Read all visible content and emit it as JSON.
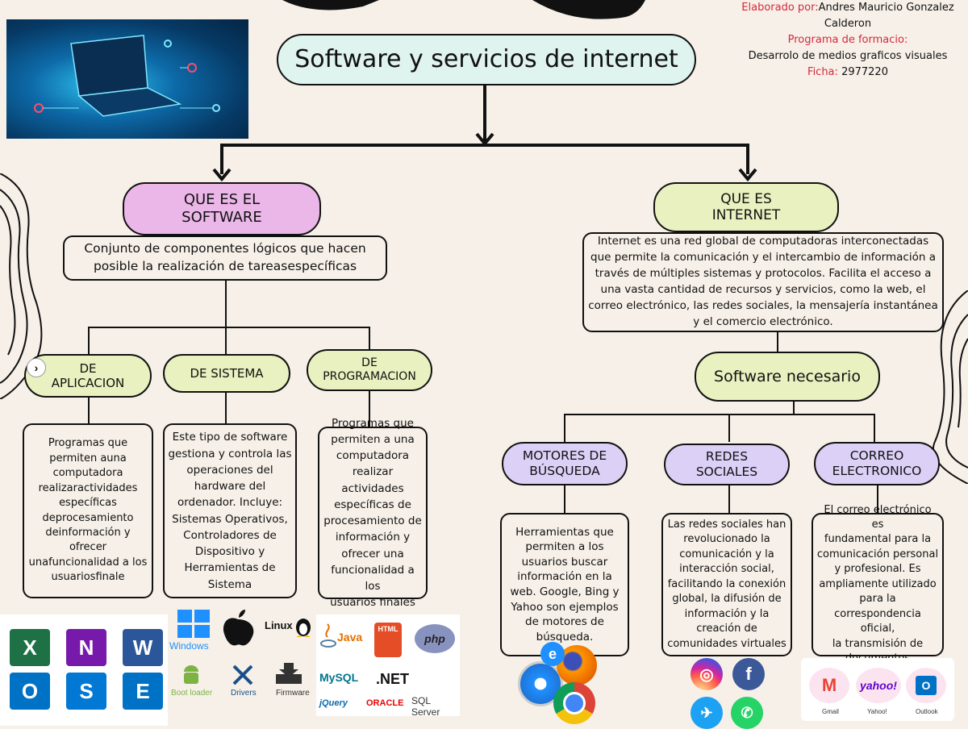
{
  "credits": {
    "line1_label": "Elaborado por:",
    "line1_value": "Andres Mauricio Gonzalez Calderon",
    "line2_label": "Programa de formacio:",
    "line3_value": "Desarrolo de medios graficos visuales",
    "line4_label": "Ficha:",
    "line4_value": "2977220"
  },
  "title": "Software y servicios de internet",
  "software": {
    "heading": "QUE ES EL\nSOFTWARE",
    "definition": "Conjunto de componentes lógicos que hacen\nposible la realización de tareasespecíficas",
    "types": [
      {
        "label": "DE\nAPLICACION",
        "description": "Programas que\npermiten auna\ncomputadora\nrealizaractividades\nespecíficas\ndeprocesamiento\ndeinformación y\nofrecer\nunafuncionalidad a los\nusuariosfinale"
      },
      {
        "label": "DE SISTEMA",
        "description": "Este tipo de software\ngestiona y controla las\noperaciones del\nhardware del\nordenador. Incluye:\nSistemas Operativos,\nControladores de\nDispositivo y\nHerramientas de\nSistema"
      },
      {
        "label": "DE\nPROGRAMACION",
        "description": "Programas que\npermiten a una\ncomputadora\nrealizar actividades\nespecíficas de\nprocesamiento de\ninformación y\nofrecer una\nfuncionalidad a los\nusuarios finales"
      }
    ]
  },
  "internet": {
    "heading": "QUE ES\nINTERNET",
    "definition": "Internet es una red global de computadoras interconectadas\nque permite la comunicación y el intercambio de información a\ntravés de múltiples sistemas y protocolos. Facilita el acceso a\nuna vasta cantidad de recursos y servicios, como la web, el\ncorreo electrónico, las redes sociales, la mensajería instantánea\ny el comercio electrónico.",
    "needed": "Software necesario",
    "types": [
      {
        "label": "MOTORES DE\nBÚSQUEDA",
        "description": "Herramientas que\npermiten a los\nusuarios buscar\ninformación en la\nweb. Google, Bing y\nYahoo son ejemplos\nde motores de\nbúsqueda."
      },
      {
        "label": "REDES\nSOCIALES",
        "description": "Las redes sociales han\nrevolucionado la\ncomunicación y la\ninteracción social,\nfacilitando la conexión\nglobal, la difusión de\ninformación y la\ncreación de\ncomunidades virtuales"
      },
      {
        "label": "CORREO\nELECTRONICO",
        "description": "El correo electrónico es\nfundamental para la\ncomunicación personal\ny profesional. Es\nampliamente utilizado\npara la\ncorrespondencia oficial,\nla transmisión de\ndocumentos"
      }
    ]
  },
  "logos": {
    "office": [
      "X",
      "N",
      "W",
      "O",
      "S",
      "E"
    ],
    "system": [
      "Windows",
      "Linux",
      "Boot loader",
      "Drivers",
      "Firmware"
    ],
    "programming": [
      "Java",
      "HTML",
      "php",
      "MySQL",
      ".NET",
      "jQuery",
      "ORACLE",
      "SQL Server"
    ],
    "email": [
      "Gmail",
      "yahoo!",
      "Outlook"
    ]
  },
  "colors": {
    "title_fill": "#dff3ef",
    "software_fill": "#ebb6e8",
    "internet_fill": "#e8f1bf",
    "lavender": "#dcd0f7",
    "accent_red": "#d6283a"
  }
}
